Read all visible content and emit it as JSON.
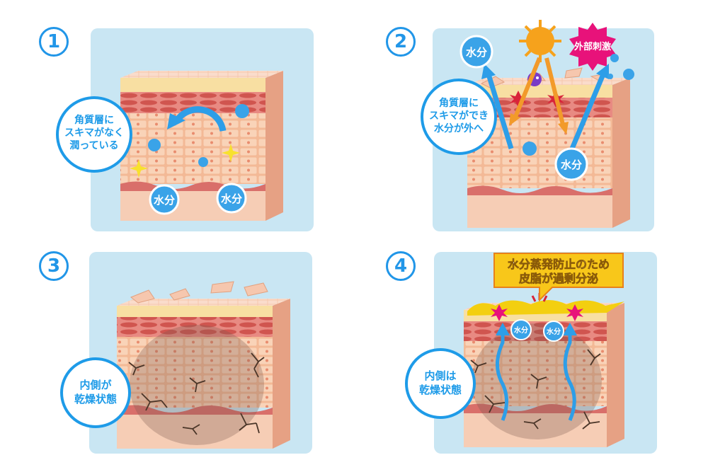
{
  "panels": [
    {
      "number": "1",
      "callout": [
        "角質層に",
        "スキマがなく",
        "潤っている"
      ],
      "water_label": "水分"
    },
    {
      "number": "2",
      "callout": [
        "角質層に",
        "スキマができ",
        "水分が外へ"
      ],
      "water_label": "水分",
      "stimulus_label": "外部刺激"
    },
    {
      "number": "3",
      "callout": [
        "内側が",
        "乾燥状態"
      ]
    },
    {
      "number": "4",
      "callout": [
        "内側は",
        "乾燥状態"
      ],
      "water_label": "水分",
      "banner": [
        "水分蒸発防止のため",
        "皮脂が過剰分泌"
      ]
    }
  ],
  "colors": {
    "panel_bg": "#c9e6f3",
    "accent": "#2196e8",
    "callout_border": "#1e9be8"
  }
}
